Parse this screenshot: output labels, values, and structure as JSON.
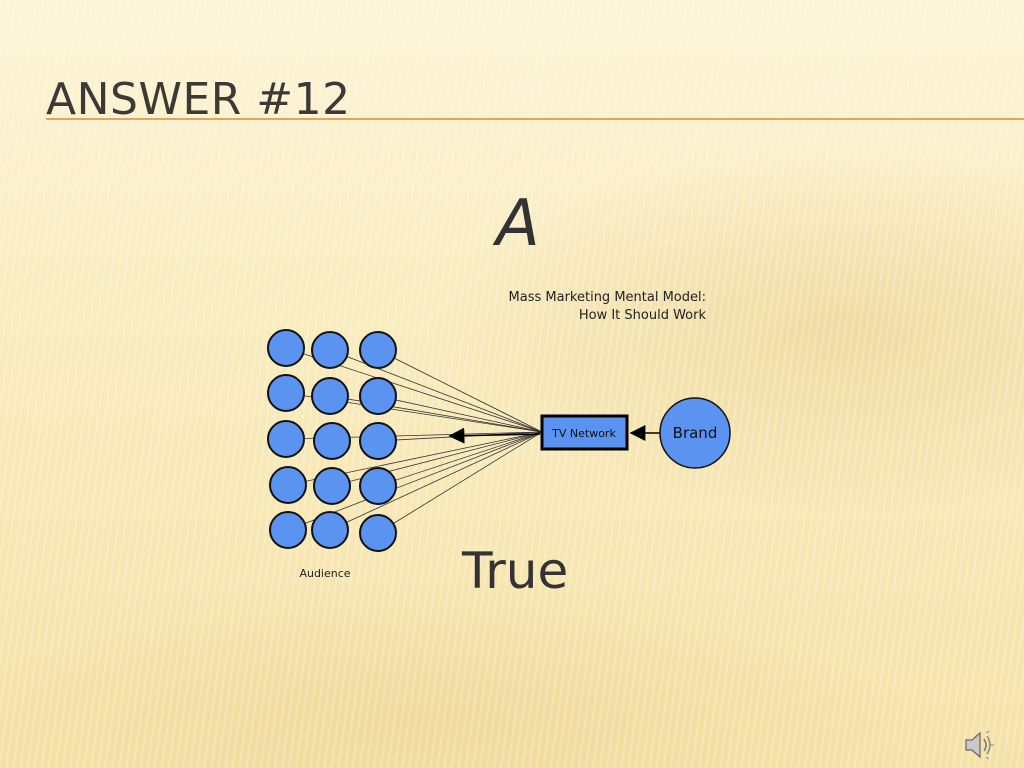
{
  "slide": {
    "title": "ANSWER #12",
    "answer": "A",
    "verdict": "True"
  },
  "diagram": {
    "heading_line1": "Mass Marketing Mental Model:",
    "heading_line2": "How It Should Work",
    "network_label": "TV Network",
    "brand_label": "Brand",
    "audience_label": "Audience"
  },
  "colors": {
    "node_fill": "#5b93f0",
    "title_rule": "#e0a75a"
  },
  "icons": {
    "speaker": "speaker-icon"
  }
}
